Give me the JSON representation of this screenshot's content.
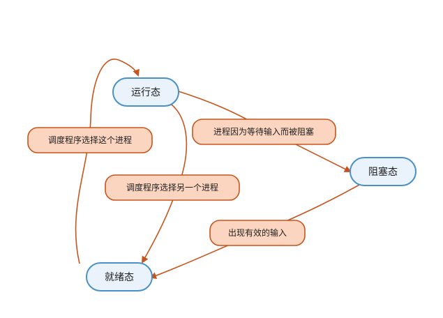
{
  "colors": {
    "node_fill": "#eaf3fb",
    "node_border": "#4a90c8",
    "label_fill": "#fbd5c0",
    "label_border": "#c8541b",
    "edge": "#c8541b"
  },
  "nodes": {
    "running": "运行态",
    "blocked": "阻塞态",
    "ready": "就绪态"
  },
  "edges": {
    "ready_to_running": "调度程序选择这个进程",
    "running_to_ready": "调度程序选择另一个进程",
    "running_to_blocked": "进程因为等待输入而被阻塞",
    "blocked_to_ready": "出现有效的输入"
  }
}
